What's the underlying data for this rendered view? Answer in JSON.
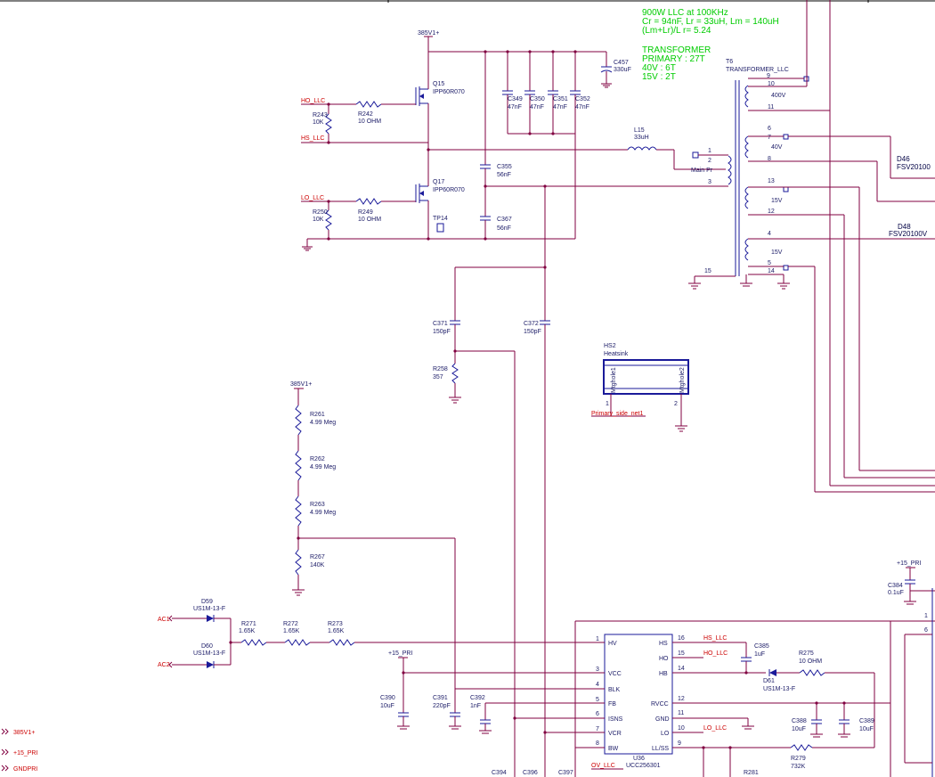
{
  "notes": {
    "line1": "900W LLC at 100KHz",
    "line2": "Cr = 94nF, Lr = 33uH, Lm = 140uH",
    "line3": "(Lm+Lr)/L r= 5.24",
    "line4": "TRANSFORMER",
    "line5": "PRIMARY : 27T",
    "line6": "40V : 6T",
    "line7": "15V : 2T"
  },
  "nets": {
    "v385_top": "385V1+",
    "v385_mid": "385V1+",
    "ho_llc": "HO_LLC",
    "hs_llc": "HS_LLC",
    "lo_llc": "LO_LLC",
    "ac1": "AC1",
    "ac2": "AC2",
    "p15_1": "+15_PRI",
    "p15_2": "+15_PRI",
    "hs_llc2": "HS_LLC",
    "ho_llc2": "HO_LLC",
    "lo_llc2": "LO_LLC",
    "ov_llc": "OV_LLC",
    "primary_side": "Primary_side_net1",
    "main_pr": "Main Pr"
  },
  "legend": {
    "item1": "385V1+",
    "item2": "+15_PRI",
    "item3": "GNDPRI"
  },
  "components": {
    "q15_ref": "Q15",
    "q15_val": "IPP60R070",
    "q17_ref": "Q17",
    "q17_val": "IPP60R070",
    "r243_ref": "R243",
    "r243_val": "10K",
    "r242_ref": "R242",
    "r242_val": "10 OHM",
    "r250_ref": "R250",
    "r250_val": "10K",
    "r249_ref": "R249",
    "r249_val": "10 OHM",
    "tp14": "TP14",
    "c355_ref": "C355",
    "c355_val": "56nF",
    "c367_ref": "C367",
    "c367_val": "56nF",
    "c349_ref": "C349",
    "c349_val": "47nF",
    "c350_ref": "C350",
    "c350_val": "47nF",
    "c351_ref": "C351",
    "c351_val": "47nF",
    "c352_ref": "C352",
    "c352_val": "47nF",
    "c457_ref": "C457",
    "c457_val": "330uF",
    "l15_ref": "L15",
    "l15_val": "33uH",
    "t6_ref": "T6",
    "t6_val": "TRANSFORMER_LLC",
    "c371_ref": "C371",
    "c371_val": "150pF",
    "c372_ref": "C372",
    "c372_val": "150pF",
    "r258_ref": "R258",
    "r258_val": "357",
    "hs2_ref": "HS2",
    "hs2_val": "Heatsink",
    "hs2_pin1": "Mtghole1",
    "hs2_pin2": "Mtghole2",
    "r261_ref": "R261",
    "r261_val": "4.99 Meg",
    "r262_ref": "R262",
    "r262_val": "4.99 Meg",
    "r263_ref": "R263",
    "r263_val": "4.99 Meg",
    "r267_ref": "R267",
    "r267_val": "140K",
    "d59_ref": "D59",
    "d59_val": "US1M-13-F",
    "d60_ref": "D60",
    "d60_val": "US1M-13-F",
    "r271_ref": "R271",
    "r271_val": "1.65K",
    "r272_ref": "R272",
    "r272_val": "1.65K",
    "r273_ref": "R273",
    "r273_val": "1.65K",
    "c390_ref": "C390",
    "c390_val": "10uF",
    "c391_ref": "C391",
    "c391_val": "220pF",
    "c392_ref": "C392",
    "c392_val": "1nF",
    "u36_ref": "U36",
    "u36_val": "UCC256301",
    "c385_ref": "C385",
    "c385_val": "1uF",
    "r275_ref": "R275",
    "r275_val": "10 OHM",
    "d61_ref": "D61",
    "d61_val": "US1M-13-F",
    "c388_ref": "C388",
    "c388_val": "10uF",
    "c389_ref": "C389",
    "c389_val": "10uF",
    "r279_ref": "R279",
    "r279_val": "732K",
    "c384_ref": "C384",
    "c384_val": "0.1uF",
    "d46_ref": "D46",
    "d46_val": "FSV20100",
    "d48_ref": "D48",
    "d48_val": "FSV20100V",
    "c394": "C394",
    "c396": "C396",
    "c397": "C397",
    "r281": "R281"
  },
  "transformer": {
    "pins": [
      "9",
      "10",
      "11",
      "6",
      "7",
      "8",
      "13",
      "12",
      "4",
      "5",
      "14",
      "1",
      "2",
      "3",
      "15"
    ],
    "v400": "400V",
    "v40": "40V",
    "v15a": "15V",
    "v15b": "15V"
  },
  "ic": {
    "left_pins": [
      {
        "num": "1",
        "name": "HV"
      },
      {
        "num": "3",
        "name": "VCC"
      },
      {
        "num": "4",
        "name": "BLK"
      },
      {
        "num": "5",
        "name": "FB"
      },
      {
        "num": "6",
        "name": "ISNS"
      },
      {
        "num": "7",
        "name": "VCR"
      },
      {
        "num": "8",
        "name": "BW"
      }
    ],
    "right_pins": [
      {
        "num": "16",
        "name": "HS"
      },
      {
        "num": "15",
        "name": "HO"
      },
      {
        "num": "14",
        "name": "HB"
      },
      {
        "num": "12",
        "name": "RVCC"
      },
      {
        "num": "11",
        "name": "GND"
      },
      {
        "num": "10",
        "name": "LO"
      },
      {
        "num": "9",
        "name": "LL/SS"
      }
    ]
  },
  "misc": {
    "pin1": "1",
    "pin2": "2",
    "right_pin1": "1",
    "right_pin6": "6"
  },
  "colors": {
    "wire": "#800040",
    "component": "#1a1a99",
    "net_label": "#cc0000",
    "note": "#00cc00"
  }
}
